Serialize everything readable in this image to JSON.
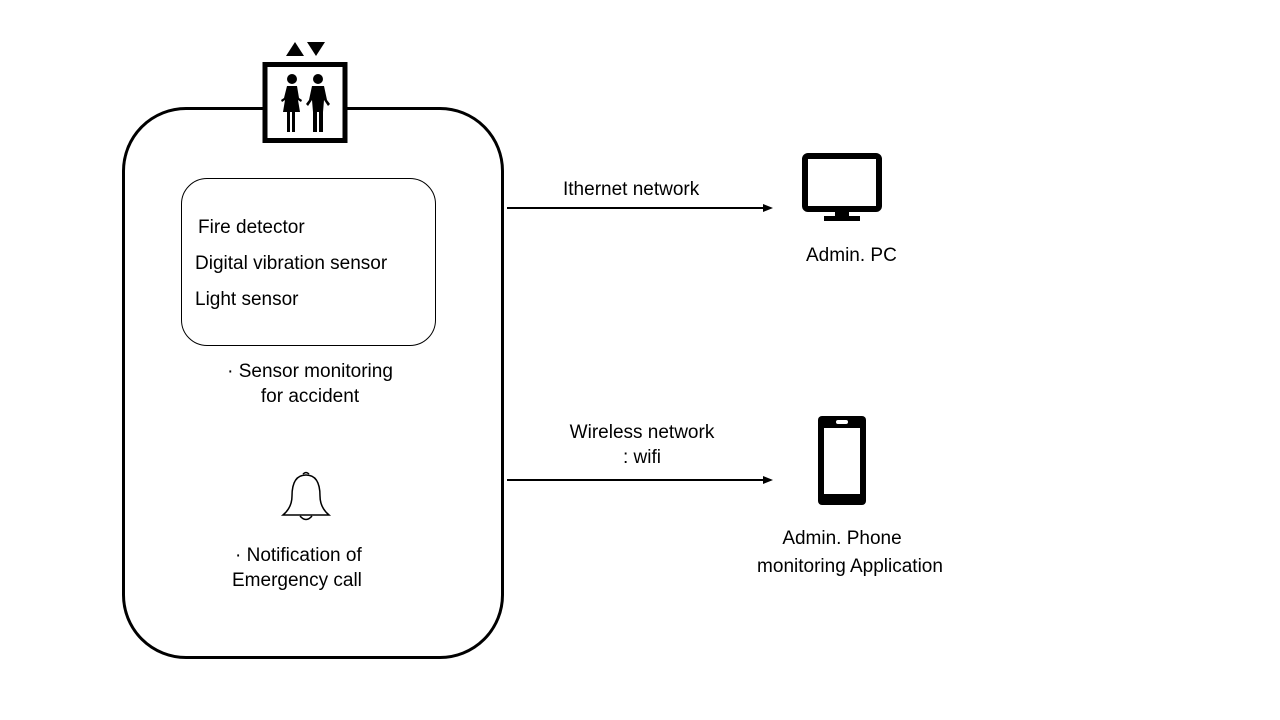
{
  "sensors": {
    "items": [
      {
        "label": "Fire detector"
      },
      {
        "label": "Digital vibration sensor"
      },
      {
        "label": "Light sensor"
      }
    ]
  },
  "sensor_caption": {
    "line1": "· Sensor monitoring",
    "line2": "for accident"
  },
  "notification_caption": {
    "line1": "·  Notification of",
    "line2": "Emergency  call"
  },
  "links": {
    "ethernet": {
      "label": "Ithernet network"
    },
    "wireless": {
      "line1": "Wireless network",
      "line2": ": wifi"
    }
  },
  "devices": {
    "pc": {
      "label": "Admin.  PC"
    },
    "phone": {
      "line1": "Admin.  Phone",
      "line2": "monitoring Application"
    }
  },
  "icons": {
    "elevator": "elevator-icon",
    "bell": "bell-icon",
    "monitor": "monitor-icon",
    "smartphone": "smartphone-icon"
  },
  "colors": {
    "stroke": "#000000",
    "background": "#ffffff"
  }
}
